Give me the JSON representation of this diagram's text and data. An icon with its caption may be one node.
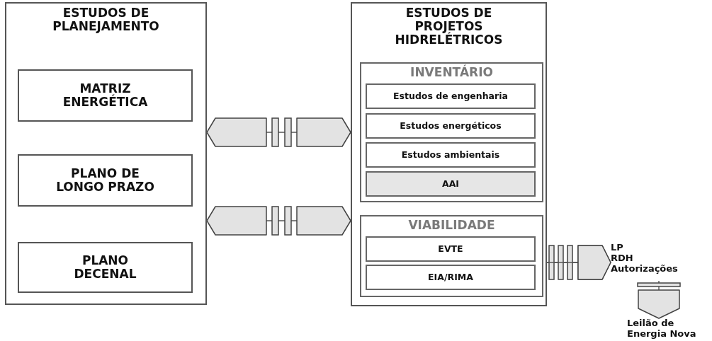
{
  "diagram": {
    "nodes": [
      {
        "text": [
          "ESTUDOS DE PLANEJAMENTO"
        ]
      },
      {
        "text": [
          "MATRIZ ENERGÉTICA"
        ],
        "in": 0
      },
      {
        "text": [
          "PLANO DE LONGO PRAZO"
        ],
        "in": 0
      },
      {
        "text": [
          "PLANO DECENAL"
        ],
        "in": 0
      },
      {
        "text": [
          "ESTUDOS DE PROJETOS HIDRELÉTRICOS"
        ]
      },
      {
        "text": [
          "INVENTÁRIO"
        ],
        "in": 4
      },
      {
        "text": [
          "Estudos de engenharia"
        ],
        "in": 5
      },
      {
        "text": [
          "Estudos energéticos"
        ],
        "in": 5
      },
      {
        "text": [
          "Estudos ambientais"
        ],
        "in": 5
      },
      {
        "text": [
          "AAI"
        ],
        "in": 5
      },
      {
        "text": [
          "VIABILIDADE"
        ],
        "in": 4
      },
      {
        "text": [
          "EVTE"
        ],
        "in": 10
      },
      {
        "text": [
          "EIA/RIMA"
        ],
        "in": 10
      },
      {
        "text": [
          "LP",
          "RDH",
          "Autorizações"
        ]
      },
      {
        "text": [
          "Leilão de Energia Nova"
        ]
      }
    ],
    "edges": [
      {
        "from": 0,
        "to": 4,
        "arrow": "both"
      },
      {
        "from": 0,
        "to": 4,
        "arrow": "both"
      },
      {
        "from": 11,
        "to": 13,
        "arrow": "to"
      },
      {
        "from": 12,
        "to": 13,
        "arrow": "to"
      },
      {
        "from": 13,
        "to": 14,
        "arrow": "to"
      }
    ]
  }
}
